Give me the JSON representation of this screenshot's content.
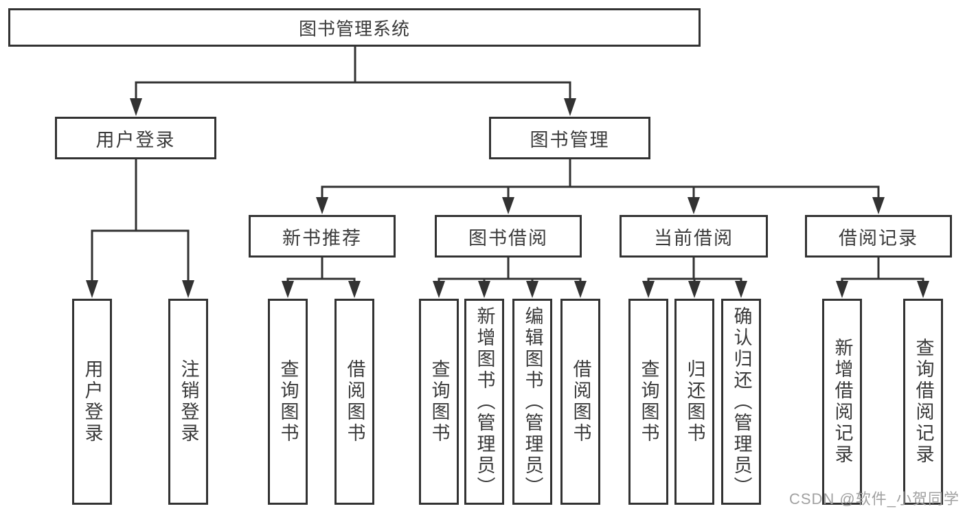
{
  "tree": {
    "label": "图书管理系统",
    "children": [
      {
        "label": "用户登录",
        "children": [
          {
            "label": "用户登录"
          },
          {
            "label": "注销登录"
          }
        ]
      },
      {
        "label": "图书管理",
        "children": [
          {
            "label": "新书推荐",
            "children": [
              {
                "label": "查询图书"
              },
              {
                "label": "借阅图书"
              }
            ]
          },
          {
            "label": "图书借阅",
            "children": [
              {
                "label": "查询图书"
              },
              {
                "label": "新增图书（管理员）"
              },
              {
                "label": "编辑图书（管理员）"
              },
              {
                "label": "借阅图书"
              }
            ]
          },
          {
            "label": "当前借阅",
            "children": [
              {
                "label": "查询图书"
              },
              {
                "label": "归还图书"
              },
              {
                "label": "确认归还（管理员）"
              }
            ]
          },
          {
            "label": "借阅记录",
            "children": [
              {
                "label": "新增借阅记录"
              },
              {
                "label": "查询借阅记录"
              }
            ]
          }
        ]
      }
    ]
  },
  "watermark": {
    "text": "CSDN @软件_小贺同学"
  },
  "colors": {
    "line": "#323232",
    "text": "#3a3a3a",
    "watermark": "#a1a1a1"
  }
}
